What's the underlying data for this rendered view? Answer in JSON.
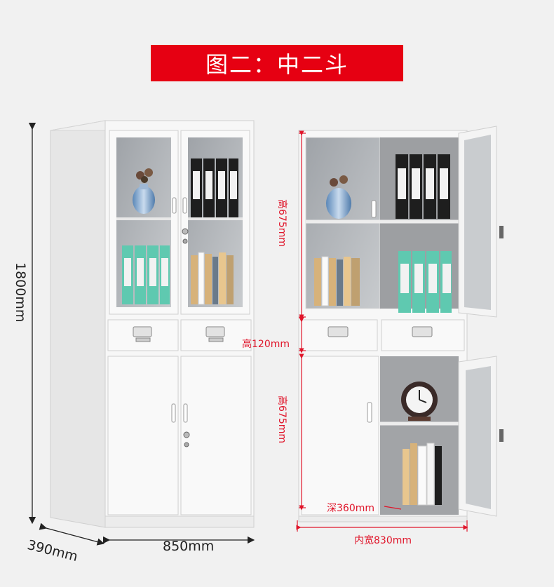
{
  "title": "图二：中二斗",
  "dimensions": {
    "height": "1800mm",
    "depth": "390mm",
    "width": "850mm",
    "upper_height": "高675mm",
    "drawer_height": "高120mm",
    "lower_height": "高675mm",
    "inner_depth": "深360mm",
    "inner_width": "内宽830mm"
  },
  "colors": {
    "banner": "#e60012",
    "annotation": "#e0152a",
    "cabinet": "#f7f7f7",
    "binder_teal": "#5fc9b0",
    "binder_black": "#1e1e1e"
  }
}
